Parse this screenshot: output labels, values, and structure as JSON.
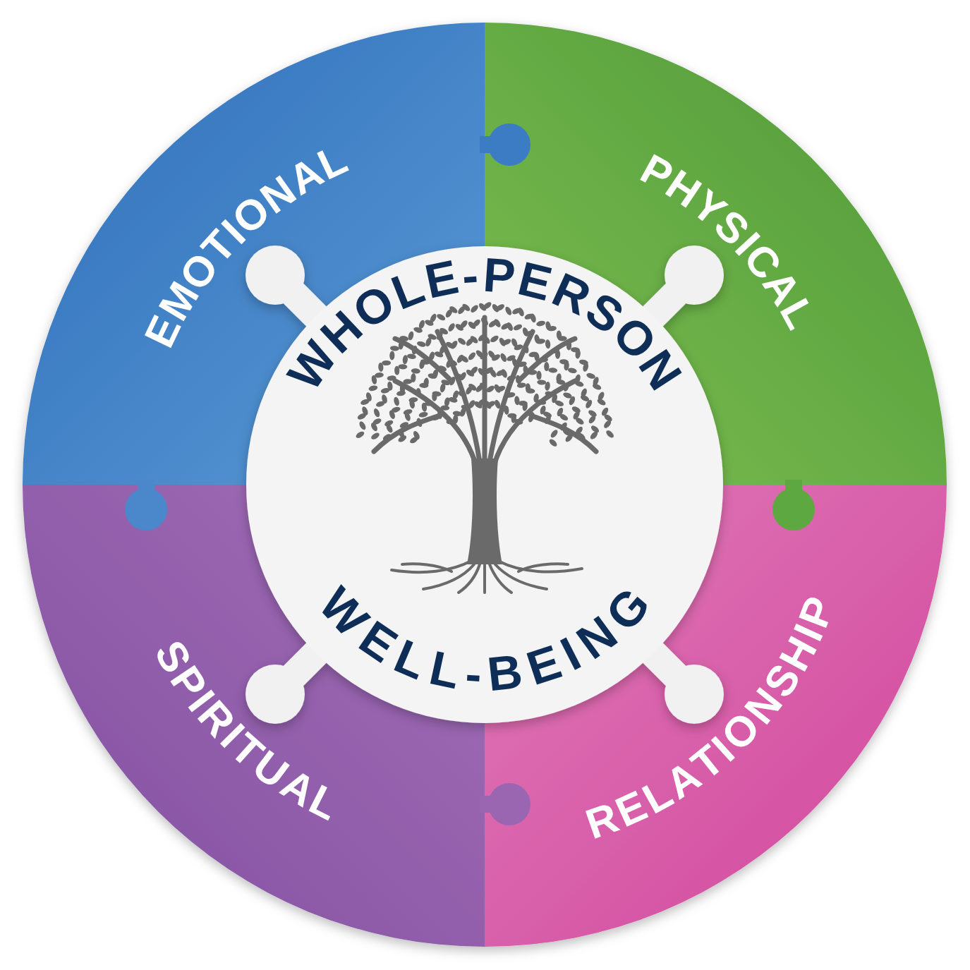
{
  "diagram": {
    "nodes": [
      {
        "text": [
          "EMOTIONAL"
        ]
      },
      {
        "text": [
          "PHYSICAL"
        ]
      },
      {
        "text": [
          "WHOLE-PERSON",
          "WELL-BEING"
        ]
      },
      {
        "text": [
          "SPIRITUAL"
        ]
      },
      {
        "text": [
          "RELATIONSHIP"
        ]
      }
    ]
  }
}
